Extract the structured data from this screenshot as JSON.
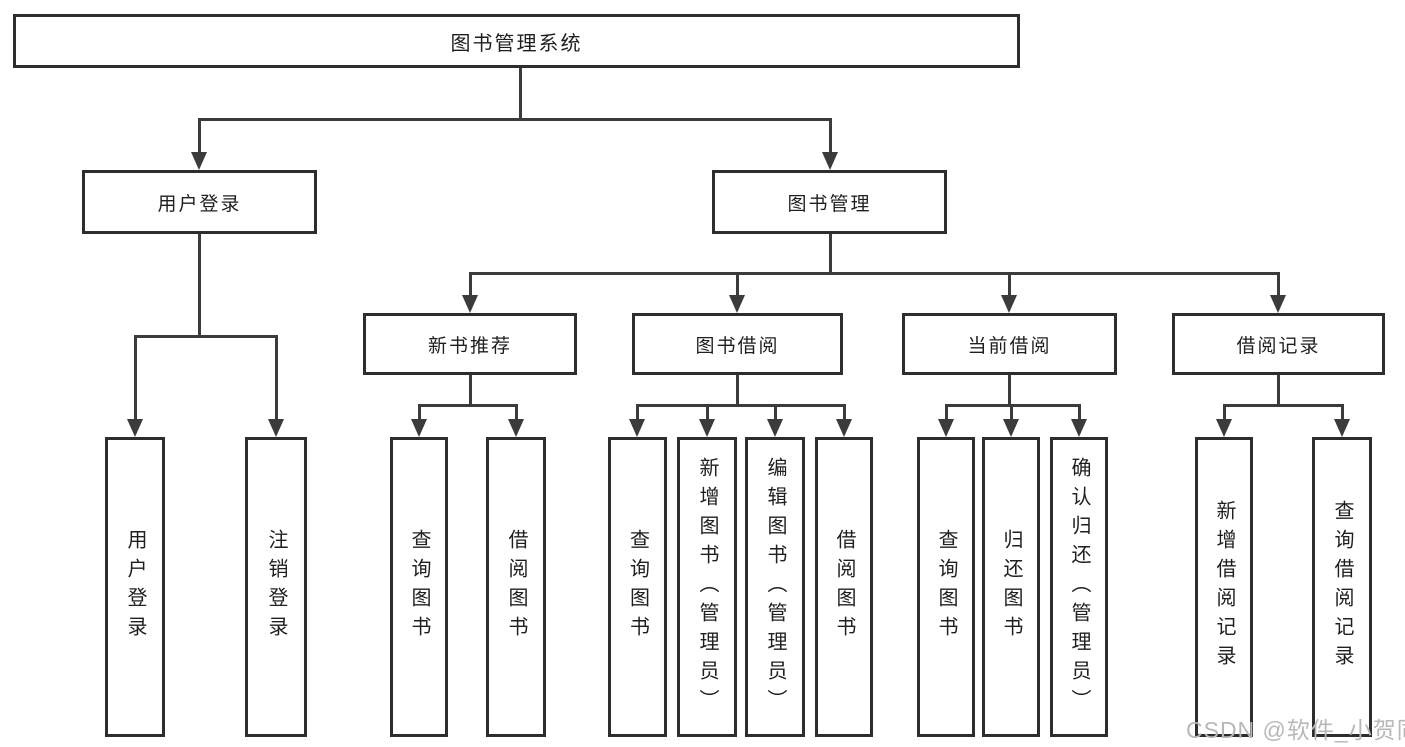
{
  "colors": {
    "line": "#3b3b3b",
    "border": "#2d2d2d",
    "text": "#1f1f1f",
    "watermark": "#b8b8b8",
    "background": "#ffffff"
  },
  "watermark": {
    "text": "CSDN @软件_小贺同学"
  },
  "tree": {
    "label": "图书管理系统",
    "children": [
      {
        "label": "用户登录",
        "children": [
          {
            "label": "用户登录"
          },
          {
            "label": "注销登录"
          }
        ]
      },
      {
        "label": "图书管理",
        "children": [
          {
            "label": "新书推荐",
            "children": [
              {
                "label": "查询图书"
              },
              {
                "label": "借阅图书"
              }
            ]
          },
          {
            "label": "图书借阅",
            "children": [
              {
                "label": "查询图书"
              },
              {
                "label": "新增图书（管理员）"
              },
              {
                "label": "编辑图书（管理员）"
              },
              {
                "label": "借阅图书"
              }
            ]
          },
          {
            "label": "当前借阅",
            "children": [
              {
                "label": "查询图书"
              },
              {
                "label": "归还图书"
              },
              {
                "label": "确认归还（管理员）"
              }
            ]
          },
          {
            "label": "借阅记录",
            "children": [
              {
                "label": "新增借阅记录"
              },
              {
                "label": "查询借阅记录"
              }
            ]
          }
        ]
      }
    ]
  }
}
